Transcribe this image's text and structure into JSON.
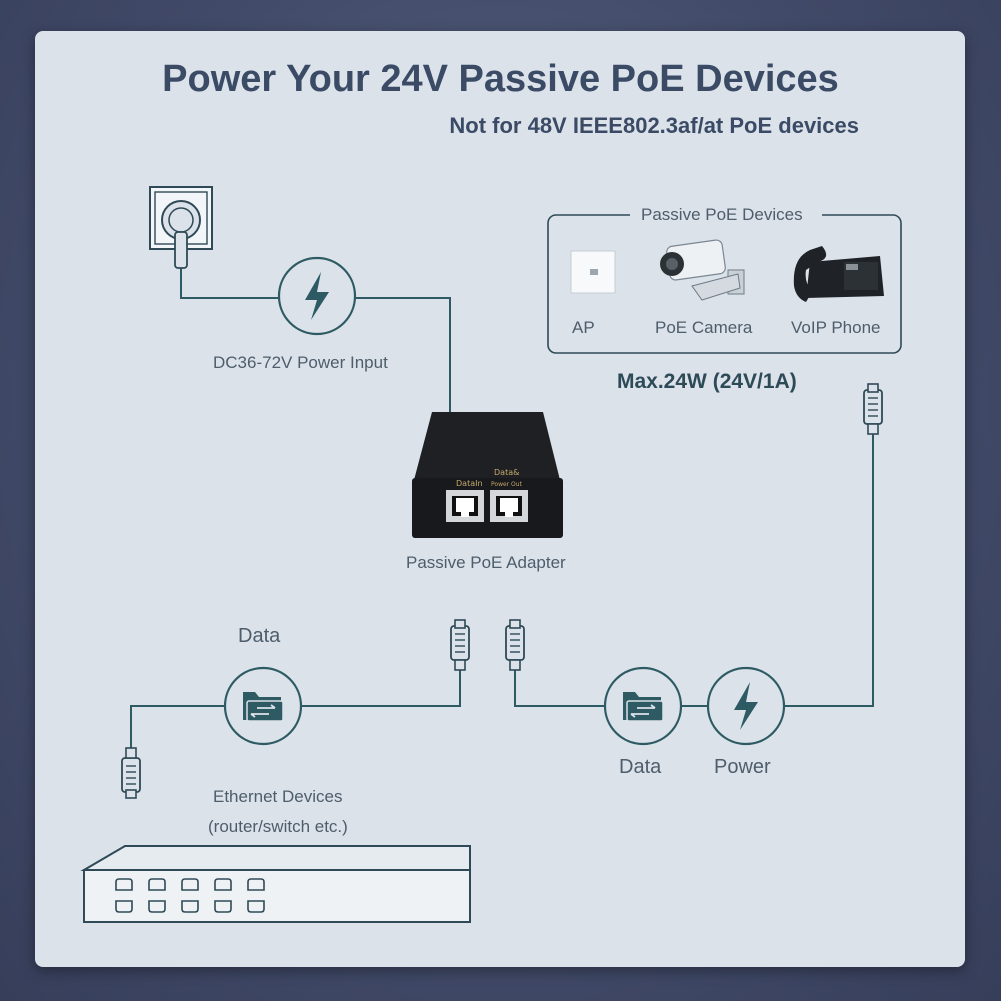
{
  "header": {
    "title": "Power Your 24V Passive PoE Devices",
    "subtitle": "Not for 48V IEEE802.3af/at PoE devices"
  },
  "labels": {
    "power_input": "DC36-72V Power Input",
    "adapter": "Passive PoE Adapter",
    "data_left": "Data",
    "ethernet_devices": "Ethernet Devices",
    "ethernet_devices_note": "(router/switch etc.)",
    "data_right": "Data",
    "power_right": "Power",
    "max_power": "Max.24W (24V/1A)"
  },
  "devices_box": {
    "title": "Passive PoE Devices",
    "items": [
      "AP",
      "PoE Camera",
      "VoIP Phone"
    ]
  },
  "adapter_ports": {
    "data_in": "DataIn",
    "data_power_out_top": "Data&",
    "data_power_out_bottom": "Power  Out"
  },
  "colors": {
    "line": "#2d5a63",
    "icon_fill": "#2d5a63",
    "outline": "#2f4a56",
    "text": "#4e5d6b",
    "title": "#3b4b66"
  },
  "icons": [
    "wall-outlet-icon",
    "power-bolt-icon",
    "data-folder-icon",
    "rj45-plug-icon",
    "switch-icon",
    "ap-icon",
    "camera-icon",
    "phone-icon"
  ]
}
